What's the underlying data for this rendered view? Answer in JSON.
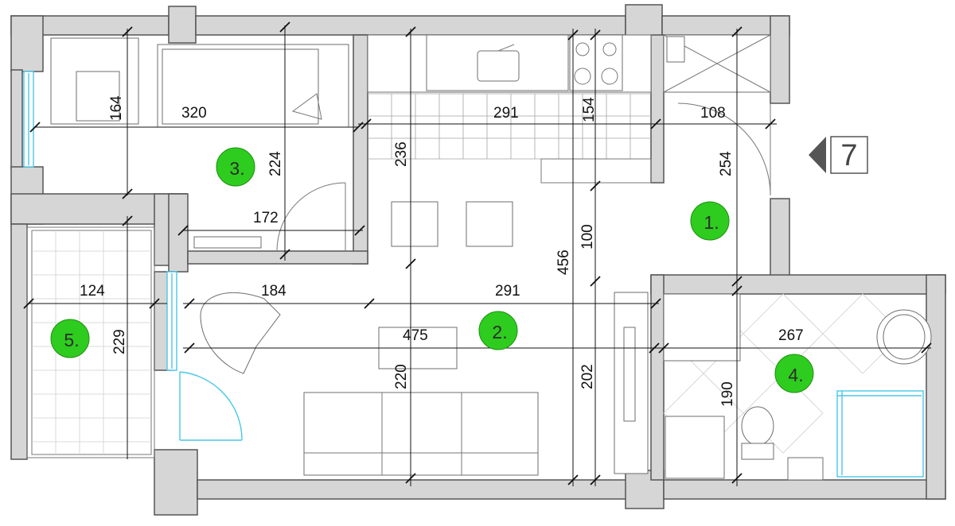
{
  "plan": {
    "accent_color": "#2ecc1f",
    "wall_color": "#d6d6d6",
    "glass_color": "#48c7e8",
    "unit_number": "7",
    "rooms": [
      {
        "id": "room-1",
        "label": "1."
      },
      {
        "id": "room-2",
        "label": "2."
      },
      {
        "id": "room-3",
        "label": "3."
      },
      {
        "id": "room-4",
        "label": "4."
      },
      {
        "id": "room-5",
        "label": "5."
      }
    ],
    "dimensions": {
      "d164": "164",
      "d320": "320",
      "d291_top": "291",
      "d154": "154",
      "d108": "108",
      "d254": "254",
      "d236": "236",
      "d224": "224",
      "d172": "172",
      "d100": "100",
      "d456": "456",
      "d124": "124",
      "d184": "184",
      "d291_mid": "291",
      "d475": "475",
      "d229": "229",
      "d220": "220",
      "d202": "202",
      "d267": "267",
      "d190": "190"
    }
  }
}
